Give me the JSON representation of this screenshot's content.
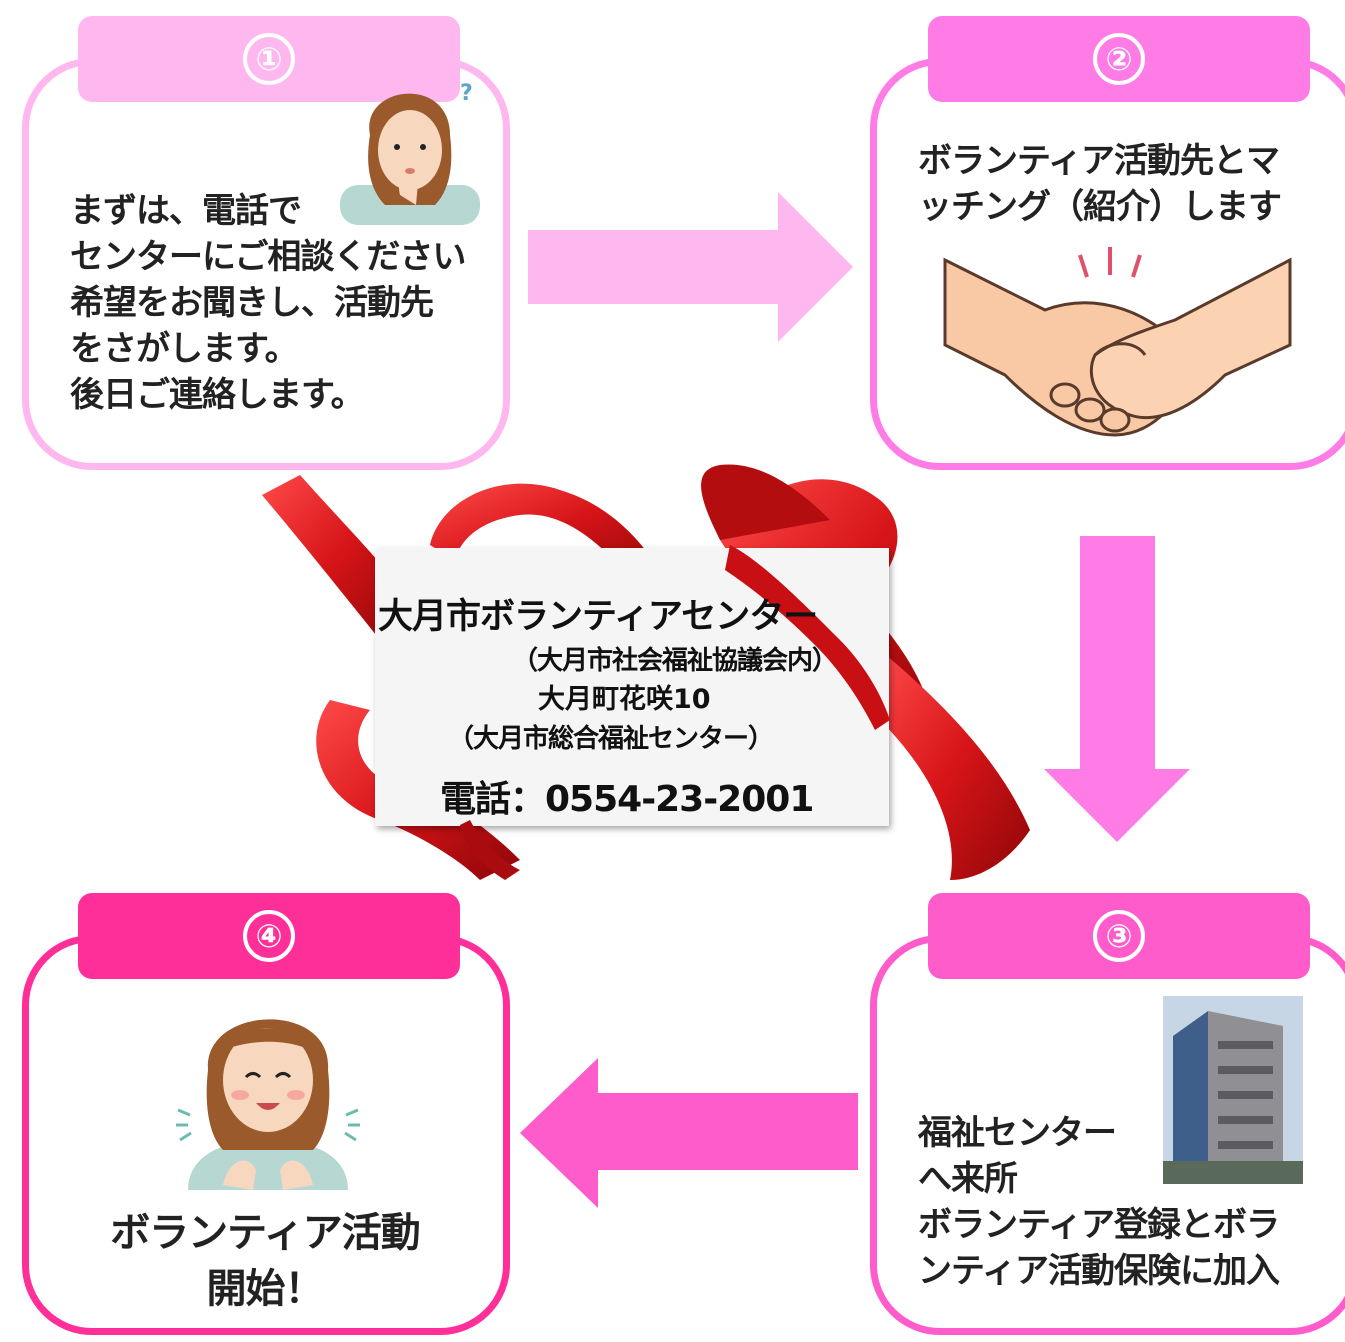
{
  "colors": {
    "step1": "#ffb8ef",
    "step2": "#ff7ce6",
    "step3": "#ff5ccb",
    "step4": "#ff2f9a",
    "ribbon": "#d61418"
  },
  "steps": [
    {
      "number": "①",
      "text": "まずは、電話で\nセンターにご相談ください\n希望をお聞きし、活動先\nをさがします。\n後日ご連絡します。",
      "image": "thinking-woman"
    },
    {
      "number": "②",
      "text": "ボランティア活動先とマ\nッチング（紹介）します",
      "image": "handshake"
    },
    {
      "number": "③",
      "text_intro": "福祉センター\nへ来所",
      "text": "ボランティア登録とボラ\nンティア活動保険に加入",
      "image": "welfare-center-building-photo"
    },
    {
      "number": "④",
      "text": "ボランティア活動\n開始！",
      "image": "happy-woman"
    }
  ],
  "center_card": {
    "name": "大月市ボランティアセンター",
    "parent_org": "（大月市社会福祉協議会内）",
    "address": "大月町花咲10",
    "building": "（大月市総合福祉センター）",
    "phone": "電話：0554-23-2001"
  }
}
